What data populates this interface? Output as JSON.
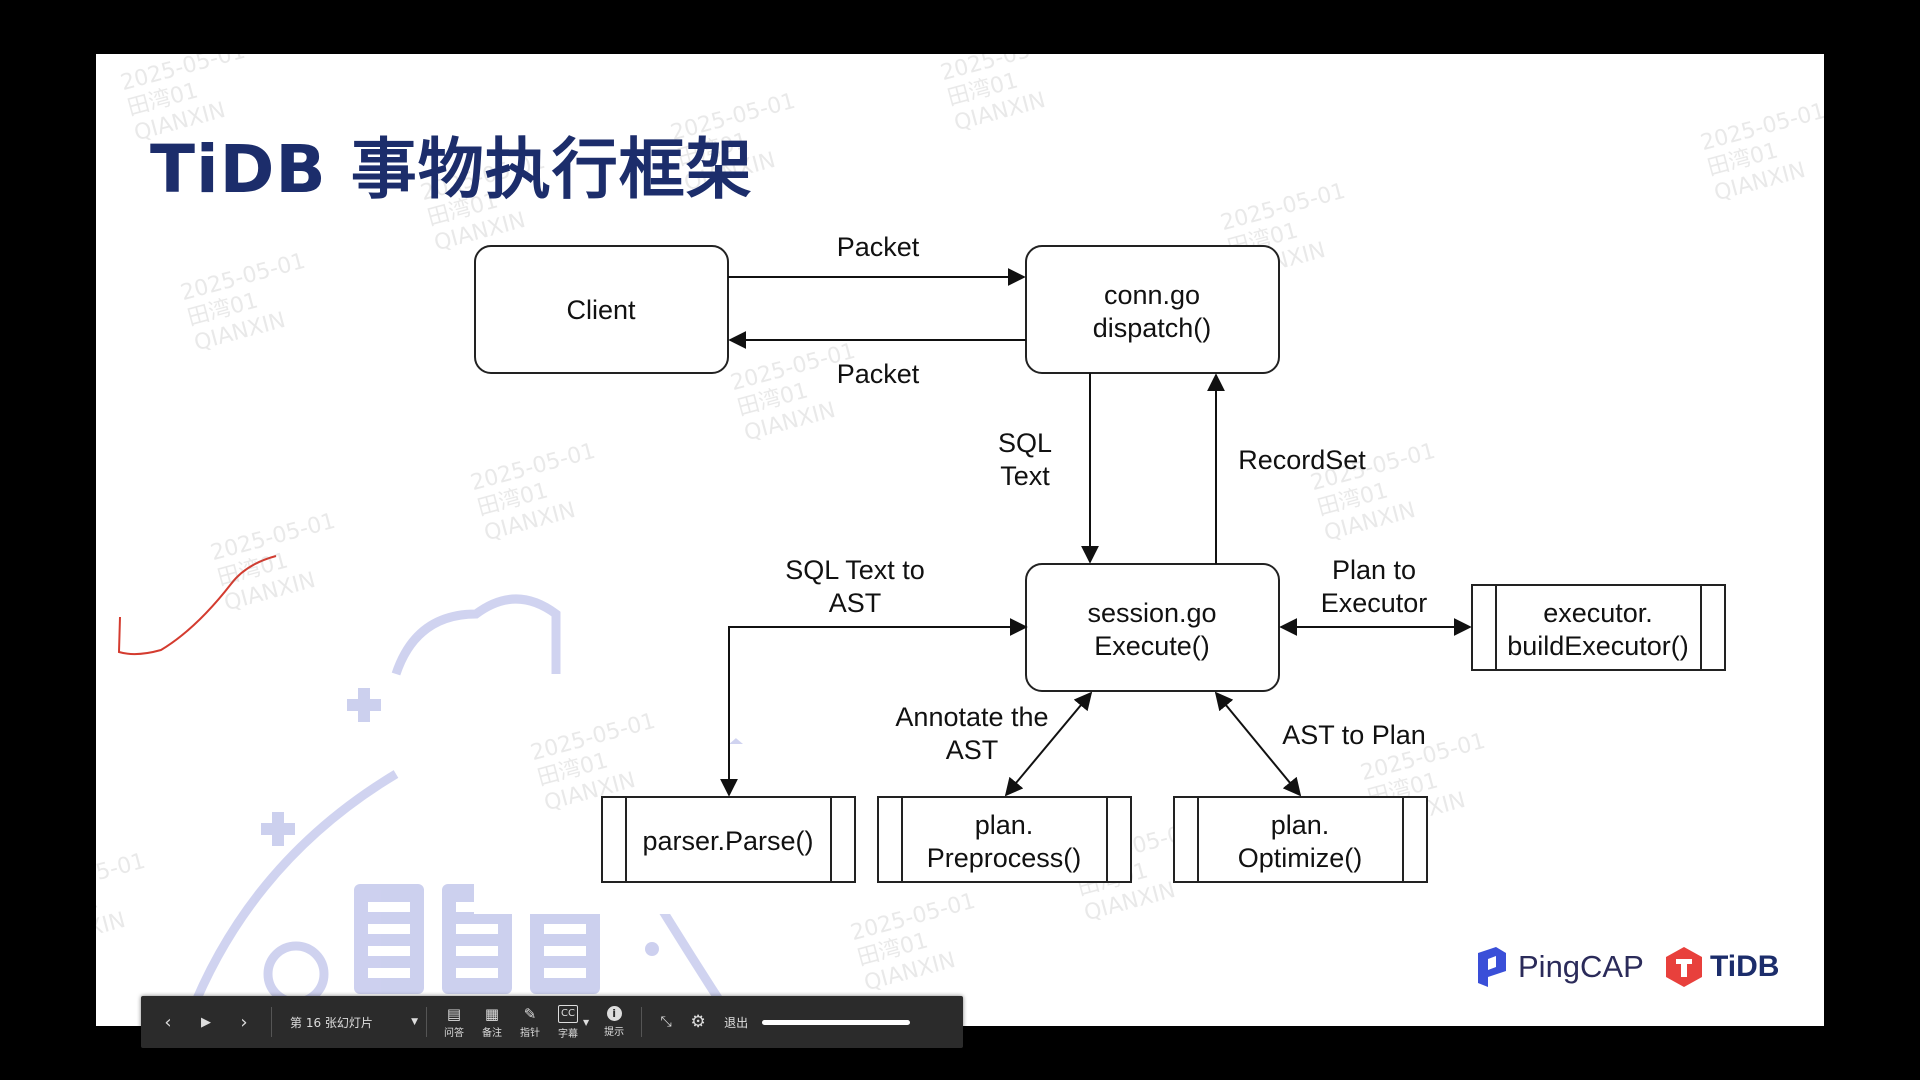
{
  "slide": {
    "title": "TiDB 事物执行框架",
    "watermark": [
      "2025-05-01",
      "田湾01",
      "QIANXIN"
    ]
  },
  "diagram": {
    "nodes": {
      "client": "Client",
      "conn_line1": "conn.go",
      "conn_line2": "dispatch()",
      "session_line1": "session.go",
      "session_line2": "Execute()",
      "executor_line1": "executor.",
      "executor_line2": "buildExecutor()",
      "parser": "parser.Parse()",
      "preprocess_line1": "plan.",
      "preprocess_line2": "Preprocess()",
      "optimize_line1": "plan.",
      "optimize_line2": "Optimize()"
    },
    "edge_labels": {
      "packet_top": "Packet",
      "packet_bottom": "Packet",
      "sql_text_line1": "SQL",
      "sql_text_line2": "Text",
      "recordset": "RecordSet",
      "sql_to_ast_line1": "SQL Text to",
      "sql_to_ast_line2": "AST",
      "plan_to_exec_line1": "Plan to",
      "plan_to_exec_line2": "Executor",
      "annotate_line1": "Annotate the",
      "annotate_line2": "AST",
      "ast_to_plan": "AST to Plan"
    }
  },
  "logos": {
    "pingcap": "PingCAP",
    "tidb": "TiDB"
  },
  "toolbar": {
    "slide_indicator": "第 16 张幻灯片",
    "qa": "问答",
    "notes": "备注",
    "pointer": "指针",
    "captions": "字幕",
    "tips": "提示",
    "exit": "退出"
  },
  "colors": {
    "title": "#1c2d6b",
    "toolbar_bg": "#2b2b2b",
    "slide_bg": "#ffffff",
    "annotation_stroke": "#d43b2f",
    "bg_art": "#b9bde6"
  }
}
